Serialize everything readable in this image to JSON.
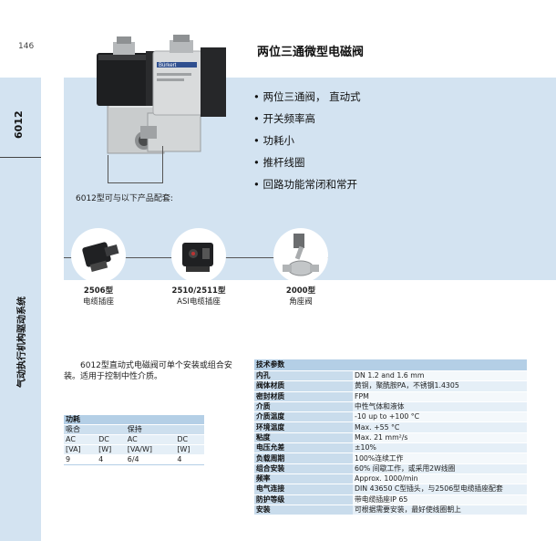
{
  "page": {
    "number": "146"
  },
  "sidebar": {
    "code": "6012",
    "category": "气动执行机构驱动系统"
  },
  "title": "两位三通微型电磁阀",
  "features": [
    "• 两位三通阀， 直动式",
    "• 开关频率高",
    "• 功耗小",
    "• 推杆线圈",
    "• 回路功能常闭和常开"
  ],
  "accessories": {
    "intro": "6012型可与以下产品配套:",
    "items": [
      {
        "model": "2506型",
        "name": "电缆插座"
      },
      {
        "model": "2510/2511型",
        "name": "ASI电缆插座"
      },
      {
        "model": "2000型",
        "name": "角座阀"
      }
    ]
  },
  "product_image": {
    "brand": "Bürkert"
  },
  "description": "6012型直动式电磁阀可单个安装或组合安装。适用于控制中性介质。",
  "power_table": {
    "title": "功耗",
    "groups": [
      "吸合",
      "保持"
    ],
    "row1": [
      "AC",
      "DC",
      "AC",
      "DC"
    ],
    "row2": [
      "[VA]",
      "[W]",
      "[VA/W]",
      "[W]"
    ],
    "values": [
      "9",
      "4",
      "6/4",
      "4"
    ]
  },
  "tech_table": {
    "title": "技术参数",
    "rows": [
      {
        "k": "内孔",
        "v": "DN 1.2 and 1.6 mm"
      },
      {
        "k": "阀体材质",
        "v": "黄铜，聚酰胺PA，不锈钢1.4305"
      },
      {
        "k": "密封材质",
        "v": "FPM"
      },
      {
        "k": "介质",
        "v": "中性气体和液体"
      },
      {
        "k": "介质温度",
        "v": "-10 up to +100 °C"
      },
      {
        "k": "环境温度",
        "v": "Max. +55 °C"
      },
      {
        "k": "粘度",
        "v": "Max. 21 mm²/s"
      },
      {
        "k": "电压允差",
        "v": "±10%"
      },
      {
        "k": "负载周期",
        "v": "100%连续工作"
      },
      {
        "k": "组合安装",
        "v": "60% 间歇工作，或采用2W线圈"
      },
      {
        "k": "频率",
        "v": "Approx. 1000/min"
      },
      {
        "k": "电气连接",
        "v": "DIN 43650 C型插头，与2506型电缆插座配套"
      },
      {
        "k": "防护等级",
        "v": "带电缆插座IP 65"
      },
      {
        "k": "安装",
        "v": "可根据需要安装，最好使线圈朝上"
      }
    ]
  }
}
